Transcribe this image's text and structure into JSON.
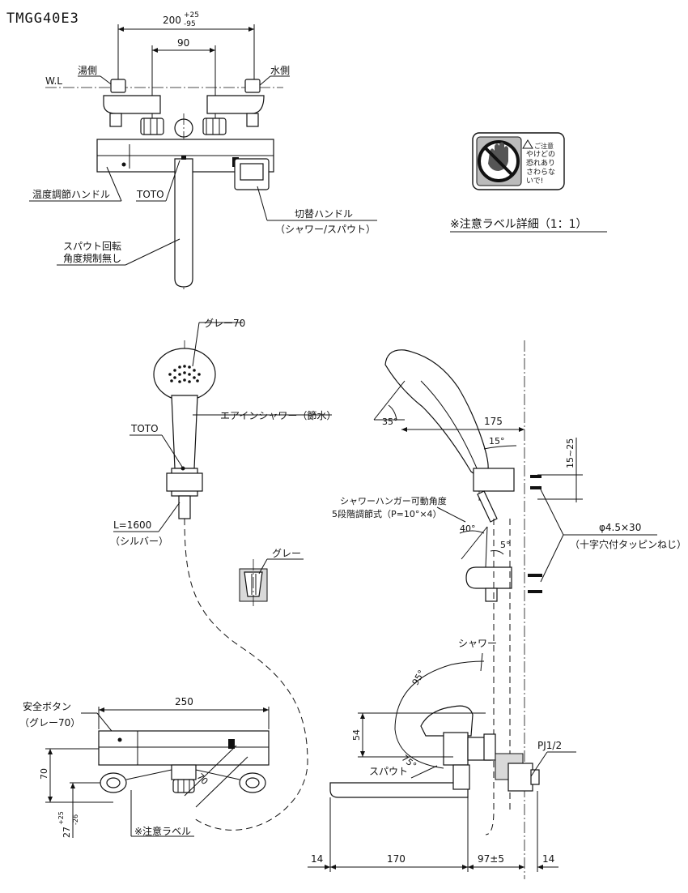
{
  "model": "TMGG40E3",
  "top_view": {
    "dim_total": "200",
    "dim_total_tol_plus": "+25",
    "dim_total_tol_minus": "-95",
    "dim_inner": "90",
    "wl": "W.L",
    "hot_side": "湯側",
    "cold_side": "水側",
    "temp_handle": "温度調節ハンドル",
    "toto": "TOTO",
    "switch_handle": "切替ハンドル",
    "switch_handle_note": "（シャワー/スパウト）",
    "spout_rotation_line1": "スパウト回転",
    "spout_rotation_line2": "角度規制無し"
  },
  "caution_label": {
    "label_line1": "ご注意",
    "label_line2": "やけどの",
    "label_line3": "恐れあり",
    "label_line4": "さわらな",
    "label_line5": "いで!",
    "caption": "※注意ラベル詳細（1：1）"
  },
  "shower_head": {
    "grey": "グレー70",
    "air_in_shower": "エアインシャワー（節水）",
    "toto": "TOTO",
    "hose_length": "L=1600",
    "hose_color": "（シルバー）",
    "hanger_grey": "グレー"
  },
  "side_view": {
    "angle_35": "35°",
    "dim_175": "175",
    "angle_15": "15°",
    "dim_15_25": "15~25",
    "hanger_angle_line1": "シャワーハンガー可動角度",
    "hanger_angle_line2": "5段階調節式（P=10°×4）",
    "angle_40": "40°",
    "angle_5": "5°",
    "screw_spec": "φ4.5×30",
    "screw_type": "（十字穴付タッピンねじ）",
    "shower": "シャワー",
    "angle_95": "95°",
    "dim_54": "54",
    "angle_75": "75°",
    "spout": "スパウト",
    "pj": "PJ1/2",
    "dim_14_left": "14",
    "dim_170": "170",
    "dim_97": "97±5",
    "dim_14_right": "14"
  },
  "front_view": {
    "safety_button": "安全ボタン",
    "safety_grey": "（グレー70）",
    "dim_250": "250",
    "dim_70_vertical": "70",
    "dim_27": "27",
    "dim_27_tol_plus": "+25",
    "dim_27_tol_minus": "-26",
    "dim_70_angle": "70",
    "caution_label_note": "※注意ラベル"
  }
}
